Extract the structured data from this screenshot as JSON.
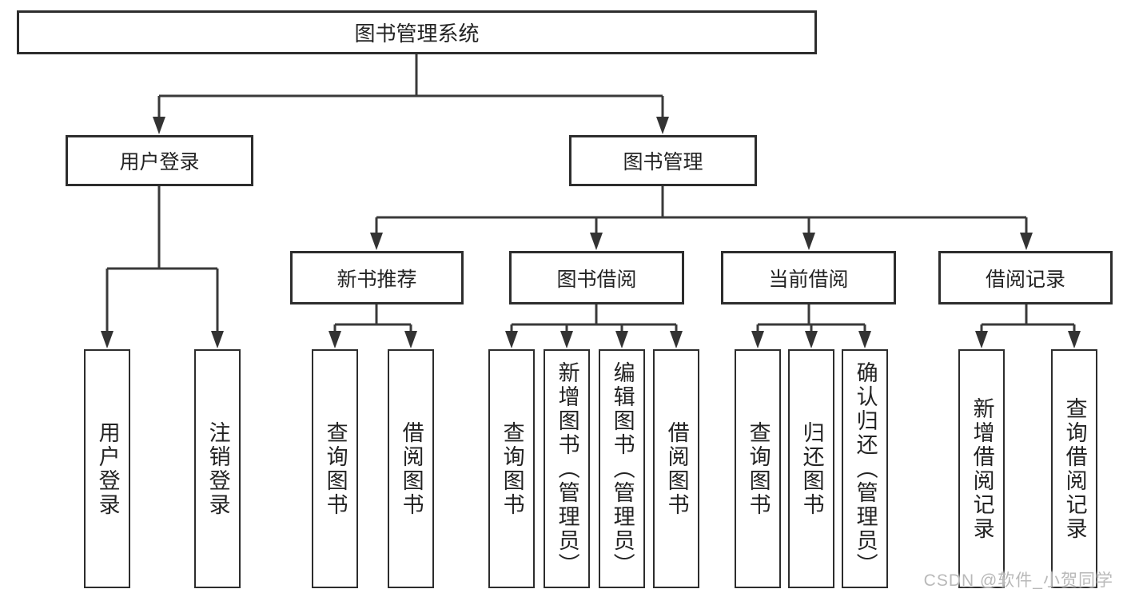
{
  "diagram": {
    "root": {
      "label": "图书管理系统"
    },
    "level2": [
      {
        "id": "user-login",
        "label": "用户登录"
      },
      {
        "id": "book-management",
        "label": "图书管理"
      }
    ],
    "level3": [
      {
        "id": "new-book-recommend",
        "label": "新书推荐"
      },
      {
        "id": "book-borrow",
        "label": "图书借阅"
      },
      {
        "id": "current-borrow",
        "label": "当前借阅"
      },
      {
        "id": "borrow-records",
        "label": "借阅记录"
      }
    ],
    "leaves": [
      {
        "id": "user-login-leaf",
        "label": "用户登录"
      },
      {
        "id": "logout",
        "label": "注销登录"
      },
      {
        "id": "query-books-recommend",
        "label": "查询图书"
      },
      {
        "id": "borrow-books-recommend",
        "label": "借阅图书"
      },
      {
        "id": "query-books-borrow",
        "label": "查询图书"
      },
      {
        "id": "add-books-admin",
        "label": "新增图书（管理员）"
      },
      {
        "id": "edit-books-admin",
        "label": "编辑图书（管理员）"
      },
      {
        "id": "borrow-books",
        "label": "借阅图书"
      },
      {
        "id": "query-books-current",
        "label": "查询图书"
      },
      {
        "id": "return-books",
        "label": "归还图书"
      },
      {
        "id": "confirm-return-admin",
        "label": "确认归还（管理员）"
      },
      {
        "id": "add-borrow-record",
        "label": "新增借阅记录"
      },
      {
        "id": "query-borrow-record",
        "label": "查询借阅记录"
      }
    ]
  },
  "watermark": {
    "text": "CSDN @软件_小贺同学"
  },
  "colors": {
    "background": "#ffffff",
    "line": "#3a3a3a",
    "box_border": "#2d2d2d",
    "text": "#232323",
    "watermark": "#b9b9b9"
  }
}
